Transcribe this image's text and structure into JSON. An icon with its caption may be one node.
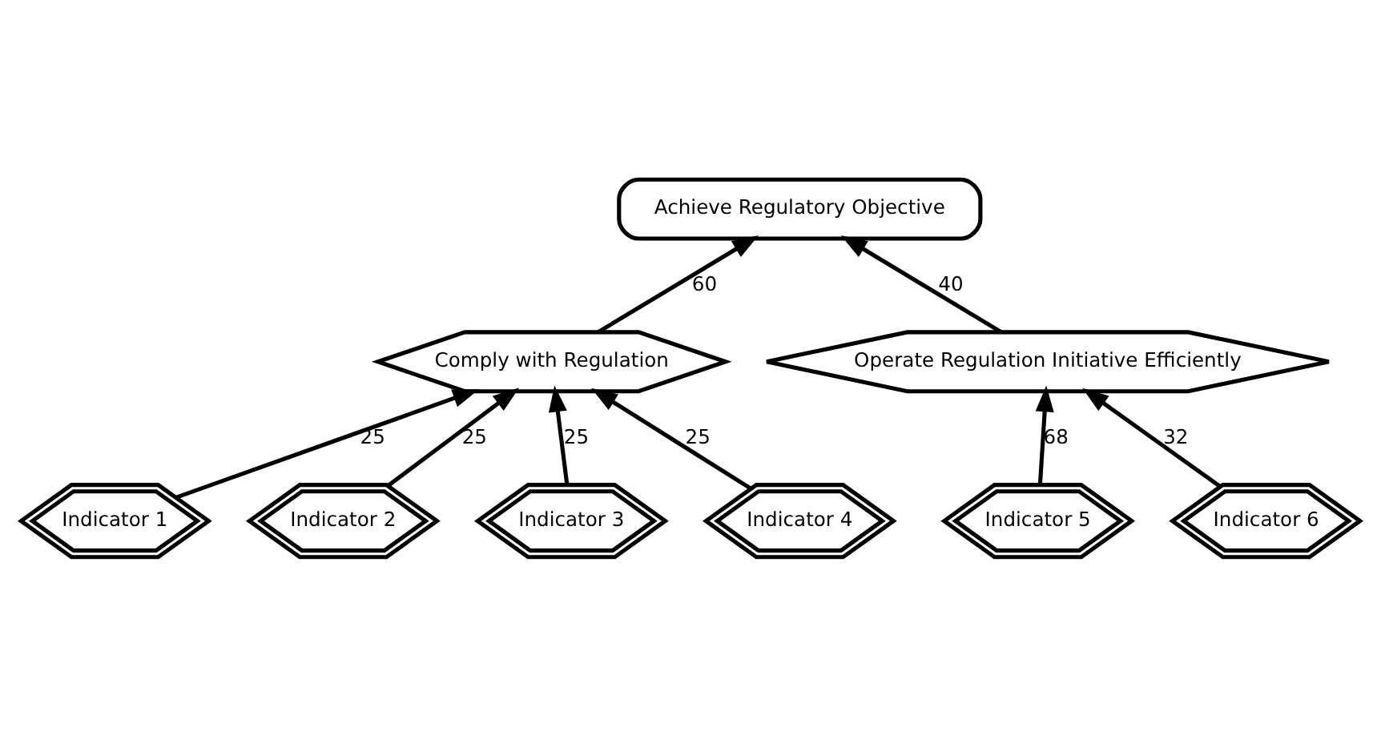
{
  "diagram": {
    "nodes": [
      {
        "text": [
          "Achieve Regulatory Objective"
        ]
      },
      {
        "text": [
          "Comply with Regulation"
        ]
      },
      {
        "text": [
          "Operate Regulation Initiative Efficiently"
        ]
      },
      {
        "text": [
          "Indicator 1"
        ]
      },
      {
        "text": [
          "Indicator 2"
        ]
      },
      {
        "text": [
          "Indicator 3"
        ]
      },
      {
        "text": [
          "Indicator 4"
        ]
      },
      {
        "text": [
          "Indicator 5"
        ]
      },
      {
        "text": [
          "Indicator 6"
        ]
      }
    ],
    "edges": [
      {
        "from": 1,
        "to": 0,
        "arrow": "to",
        "label": "60"
      },
      {
        "from": 2,
        "to": 0,
        "arrow": "to",
        "label": "40"
      },
      {
        "from": 3,
        "to": 1,
        "arrow": "to",
        "label": "25"
      },
      {
        "from": 4,
        "to": 1,
        "arrow": "to",
        "label": "25"
      },
      {
        "from": 5,
        "to": 1,
        "arrow": "to",
        "label": "25"
      },
      {
        "from": 6,
        "to": 1,
        "arrow": "to",
        "label": "25"
      },
      {
        "from": 7,
        "to": 2,
        "arrow": "to",
        "label": "68"
      },
      {
        "from": 8,
        "to": 2,
        "arrow": "to",
        "label": "32"
      }
    ]
  }
}
